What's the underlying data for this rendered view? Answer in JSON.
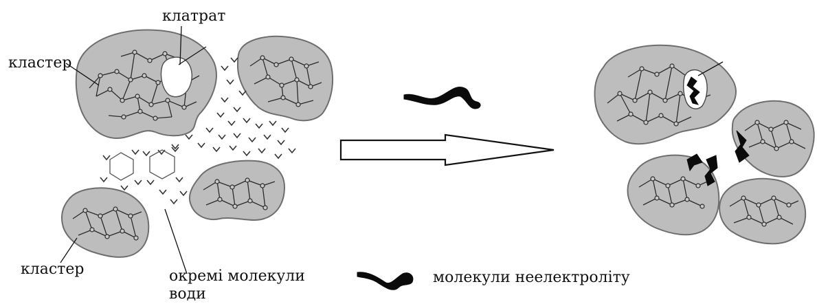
{
  "labels": {
    "clathrate": "клатрат",
    "cluster_top": "кластер",
    "cluster_bottom": "кластер",
    "water_line1": "окремі молекули",
    "water_line2": "води",
    "legend_text": "молекули неелектроліту"
  },
  "colors": {
    "cluster_fill": "#bdbdbd",
    "cluster_edge": "#6e6e6e",
    "solute": "#0b0b0b",
    "arrow_outline": "#111111"
  },
  "icons": [
    "process-arrow-icon",
    "nonelectrolyte-molecule-icon"
  ]
}
